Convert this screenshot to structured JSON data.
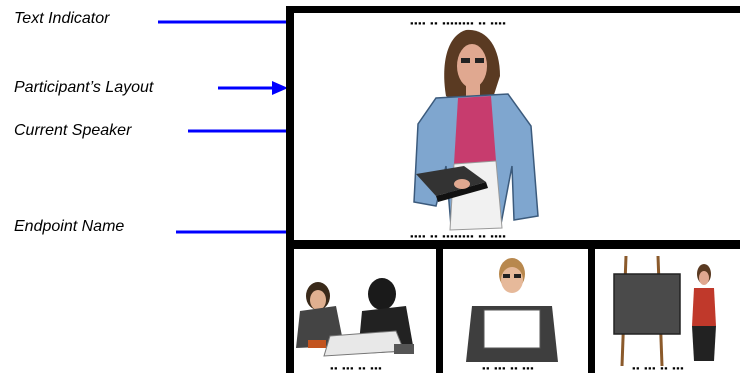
{
  "labels": {
    "text_indicator": "Text Indicator",
    "participants_layout": "Participant’s Layout",
    "current_speaker": "Current Speaker",
    "endpoint_name": "Endpoint Name"
  },
  "colors": {
    "arrow": "#0000ff",
    "frame": "#000000",
    "blazer": "#7fa6cf",
    "shirt": "#c73c6e",
    "board": "#4a4a4a"
  }
}
